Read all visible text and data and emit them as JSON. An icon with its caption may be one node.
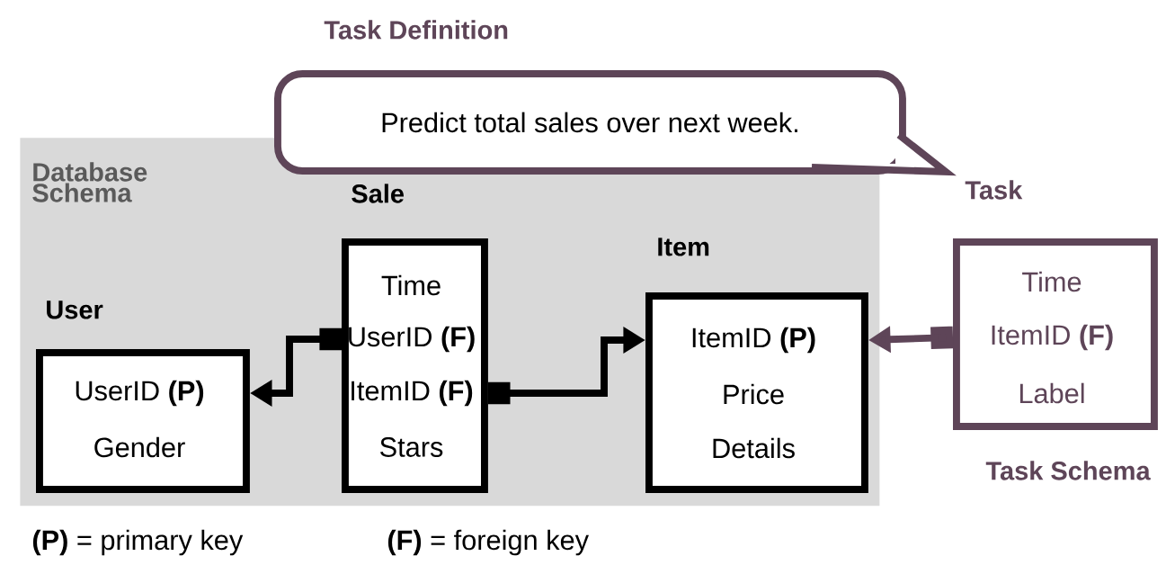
{
  "diagram": {
    "nodes": [
      {
        "text": [
          "Database Schema"
        ]
      },
      {
        "text": [
          "User",
          "UserID **(P)**",
          "Gender"
        ],
        "in": 0
      },
      {
        "text": [
          "Sale",
          "Time",
          "UserID **(F)**",
          "ItemID **(F)**",
          "Stars"
        ],
        "in": 0
      },
      {
        "text": [
          "Item",
          "ItemID **(P)**",
          "Price",
          "Details"
        ],
        "in": 0
      },
      {
        "text": [
          "Task",
          "Time",
          "ItemID **(F)**",
          "Label"
        ],
        "beside": [
          "Task Schema"
        ]
      },
      {
        "text": [
          "Task Definition",
          "Predict total sales over next week."
        ]
      }
    ],
    "edges": [
      {
        "from": 2,
        "to": 1,
        "arrow": "to"
      },
      {
        "from": 2,
        "to": 3,
        "arrow": "to"
      },
      {
        "from": 4,
        "to": 3,
        "arrow": "to",
        "color": "#5e4558"
      }
    ],
    "labels": [
      "**(P)** = primary key",
      "**(F)** = foreign key"
    ]
  }
}
